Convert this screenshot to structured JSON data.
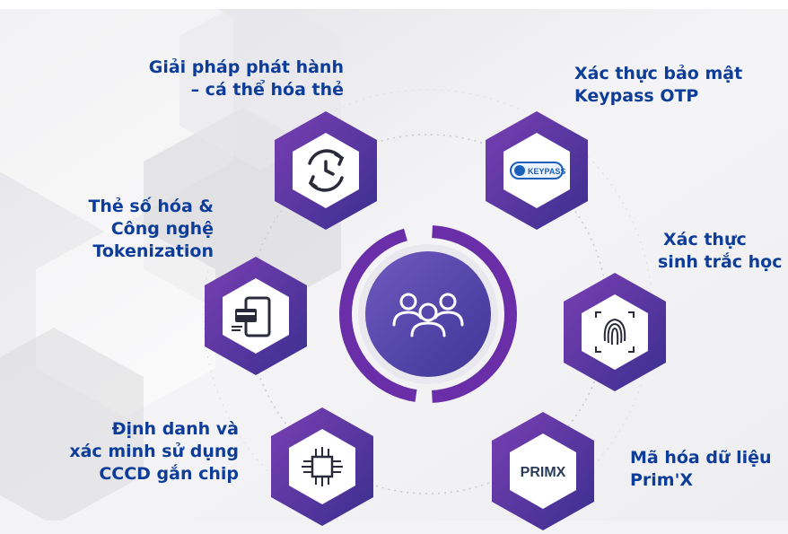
{
  "diagram": {
    "center_icon": "users-group-icon",
    "colors": {
      "accent": "#6a3aa8",
      "accent_dark": "#3d1a78",
      "text": "#0d3d99",
      "hex_inner": "#ffffff",
      "center_fill": "#5b48a8"
    },
    "items": [
      {
        "icon": "refresh-clock-icon",
        "lines": [
          "Giải pháp phát hành",
          "– cá thể hóa thẻ"
        ]
      },
      {
        "icon": "keypass-logo",
        "logo_text": "KEYPASS",
        "lines": [
          "Xác thực bảo mật",
          "Keypass OTP"
        ]
      },
      {
        "icon": "mobile-card-icon",
        "lines": [
          "Thẻ số hóa &",
          "Công nghệ",
          "Tokenization"
        ]
      },
      {
        "icon": "fingerprint-icon",
        "lines": [
          "Xác thực",
          "sinh trắc học"
        ]
      },
      {
        "icon": "chip-icon",
        "lines": [
          "Định danh và",
          "xác minh sử dụng",
          "CCCD gắn chip"
        ]
      },
      {
        "icon": "primx-logo",
        "logo_text": "PRIMX",
        "lines": [
          "Mã hóa dữ liệu",
          "Prim'X"
        ]
      }
    ]
  }
}
